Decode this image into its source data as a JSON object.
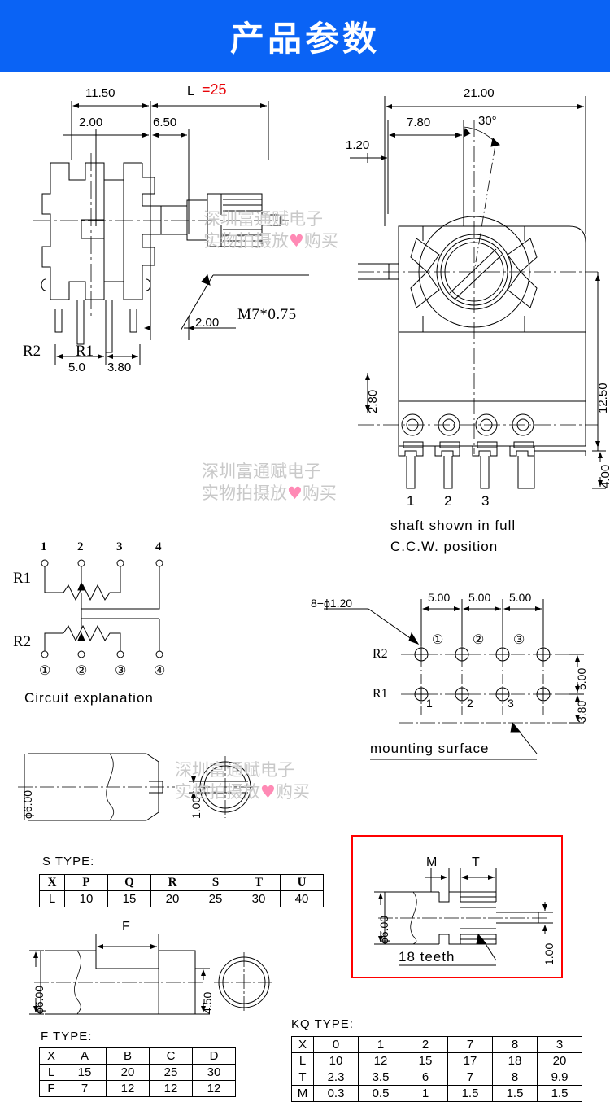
{
  "header": {
    "title": "产品参数"
  },
  "watermarks": [
    {
      "line1": "深圳富通赋电子",
      "line2a": "实物拍摄放",
      "heart": "♥",
      "line2b": "购买"
    },
    {
      "line1": "深圳富通赋电子",
      "line2a": "实物拍摄放",
      "heart": "♥",
      "line2b": "购买"
    },
    {
      "line1": "深圳富通赋电子",
      "line2a": "实物拍摄放",
      "heart": "♥",
      "line2b": "购买"
    }
  ],
  "side_view": {
    "dim_total": "11.50",
    "dim_L_label": "L",
    "dim_L_value": "=25",
    "dim_2_00_top": "2.00",
    "dim_6_50": "6.50",
    "dim_2_00_bottom": "2.00",
    "thread": "M7*0.75",
    "label_r2": "R2",
    "label_r1": "R1",
    "dim_5_0": "5.0",
    "dim_3_80": "3.80"
  },
  "front_view": {
    "dim_width": "21.00",
    "dim_7_80": "7.80",
    "dim_1_20": "1.20",
    "dim_angle": "30°",
    "dim_2_80": "2.80",
    "dim_12_50": "12.50",
    "dim_4_00": "4.00",
    "pin1": "1",
    "pin2": "2",
    "pin3": "3",
    "note_line1": "shaft shown in full",
    "note_line2": "C.C.W. position"
  },
  "circuit": {
    "title": "Circuit  explanation",
    "label_r1": "R1",
    "label_r2": "R2",
    "top_pins": [
      "1",
      "2",
      "3",
      "4"
    ],
    "bottom_pins": [
      "①",
      "②",
      "③",
      "④"
    ]
  },
  "pcb": {
    "hole_note": "8−ϕ1.20",
    "dim_h1": "5.00",
    "dim_h2": "5.00",
    "dim_h3": "5.00",
    "row_r2": "R2",
    "row_r1": "R1",
    "circled": [
      "①",
      "②",
      "③"
    ],
    "plain": [
      "1",
      "2",
      "3"
    ],
    "dim_v1": "5.00",
    "dim_v2": "3.80",
    "surface_note": "mounting  surface"
  },
  "shaft_s": {
    "dim_dia": "ϕ6.00",
    "dim_slot": "1.00",
    "table_name": "S  TYPE:",
    "rows": [
      {
        "key": "X",
        "cells": [
          "P",
          "Q",
          "R",
          "S",
          "T",
          "U"
        ]
      },
      {
        "key": "L",
        "cells": [
          "10",
          "15",
          "20",
          "25",
          "30",
          "40"
        ]
      }
    ]
  },
  "shaft_f": {
    "dim_dia": "ϕ6.00",
    "dim_f": "F",
    "dim_flat": "4.50",
    "table_name": "F  TYPE:",
    "rows": [
      {
        "key": "X",
        "cells": [
          "A",
          "B",
          "C",
          "D"
        ]
      },
      {
        "key": "L",
        "cells": [
          "15",
          "20",
          "25",
          "30"
        ]
      },
      {
        "key": "F",
        "cells": [
          "7",
          "12",
          "12",
          "12"
        ]
      }
    ]
  },
  "shaft_kq": {
    "dim_m": "M",
    "dim_t": "T",
    "dim_dia": "ϕ6.00",
    "dim_1_00": "1.00",
    "teeth_note": "18  teeth",
    "box_color": "#ff0000",
    "table_name": "KQ  TYPE:",
    "rows": [
      {
        "key": "X",
        "cells": [
          "0",
          "1",
          "2",
          "7",
          "8",
          "3"
        ]
      },
      {
        "key": "L",
        "cells": [
          "10",
          "12",
          "15",
          "17",
          "18",
          "20"
        ]
      },
      {
        "key": "T",
        "cells": [
          "2.3",
          "3.5",
          "6",
          "7",
          "8",
          "9.9"
        ]
      },
      {
        "key": "M",
        "cells": [
          "0.3",
          "0.5",
          "1",
          "1.5",
          "1.5",
          "1.5"
        ]
      }
    ]
  },
  "colors": {
    "header_bg": "#0a63f5",
    "header_text": "#ffffff",
    "accent_red": "#e8050a",
    "watermark": "#c9c9c9",
    "heart": "#ff8ab5"
  }
}
